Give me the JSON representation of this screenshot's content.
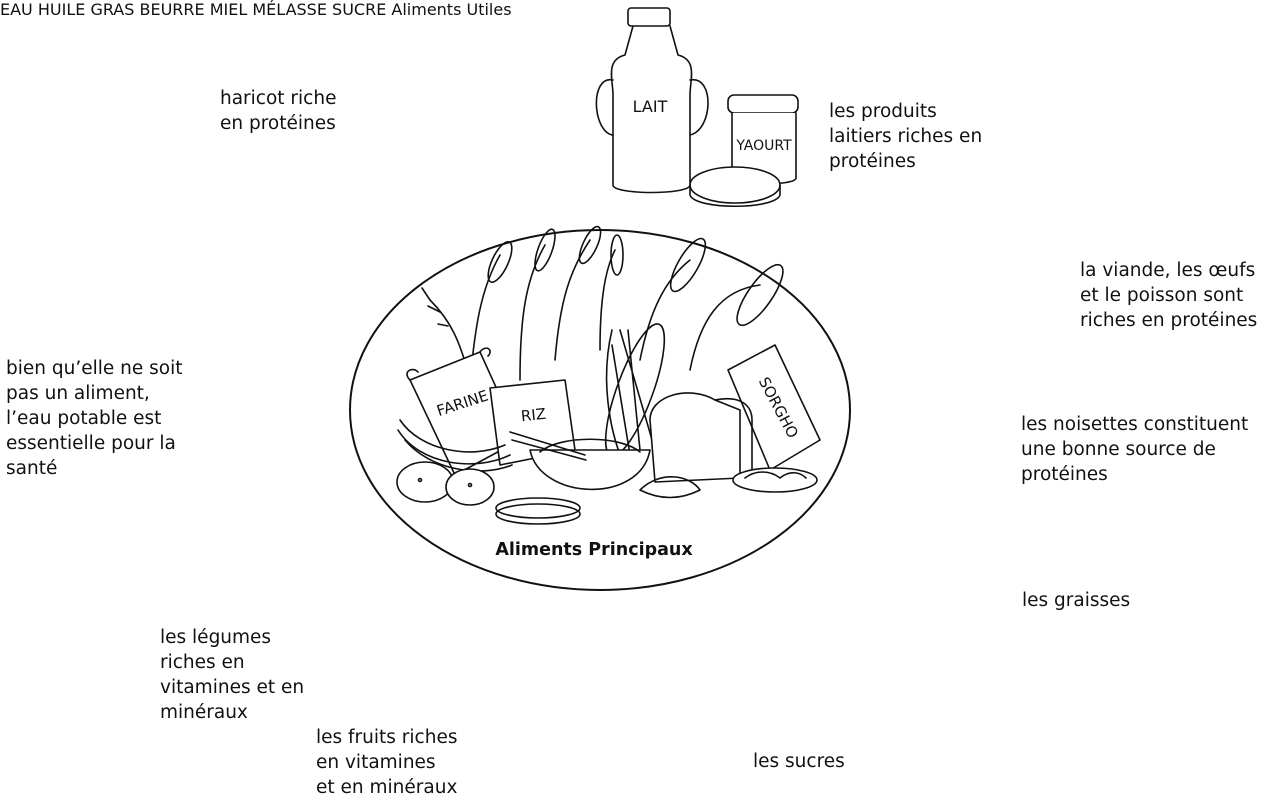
{
  "colors": {
    "ink": "#111111",
    "background": "#ffffff"
  },
  "center": {
    "title": "Aliments Principaux",
    "bags": {
      "farine": "FARINE",
      "riz": "RIZ",
      "sorgho": "SORGHO"
    }
  },
  "containers": {
    "lait": "LAIT",
    "yaourt": "YAOURT",
    "eau": "EAU",
    "huile": "HUILE",
    "gras": "GRAS",
    "beurre": "BEURRE",
    "miel": "MIEL",
    "melasse": "MÉLASSE",
    "sucre": "SUCRE"
  },
  "labels": {
    "haricot": "haricot riche\nen protéines",
    "laitiers": "les produits\nlaitiers riches en\nprotéines",
    "viande": "la viande, les œufs\net le poisson sont\nriches en protéines",
    "eau": "bien qu’elle ne soit\npas un aliment,\nl’eau potable est\nessentielle pour la\nsanté",
    "noisettes": "les noisettes constituent\nune bonne source de\nprotéines",
    "graisses": "les graisses",
    "legumes": "les légumes\nriches en\nvitamines et en\nminéraux",
    "fruits": "les fruits riches\nen vitamines\net en minéraux",
    "sucres": "les sucres",
    "utiles": "Aliments Utiles"
  }
}
